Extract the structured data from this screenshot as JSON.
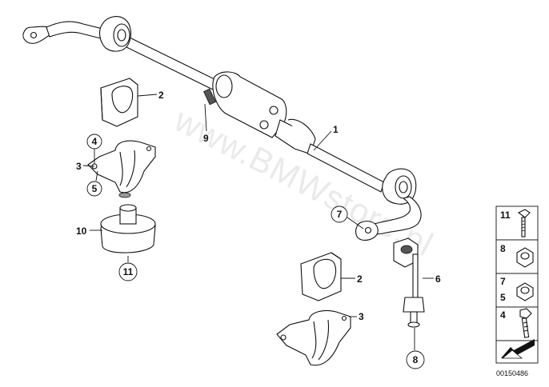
{
  "watermark": "www.BMWstore.pl",
  "diagram_code": "00150486",
  "callouts": {
    "c1": "1",
    "c2a": "2",
    "c2b": "2",
    "c3a": "3",
    "c3b": "3",
    "c4": "4",
    "c5": "5",
    "c6": "6",
    "c7": "7",
    "c8": "8",
    "c9": "9",
    "c10": "10",
    "c11": "11"
  },
  "legend": {
    "r1a": "11",
    "r2a": "8",
    "r3a": "7",
    "r3b": "5",
    "r4a": "4"
  }
}
